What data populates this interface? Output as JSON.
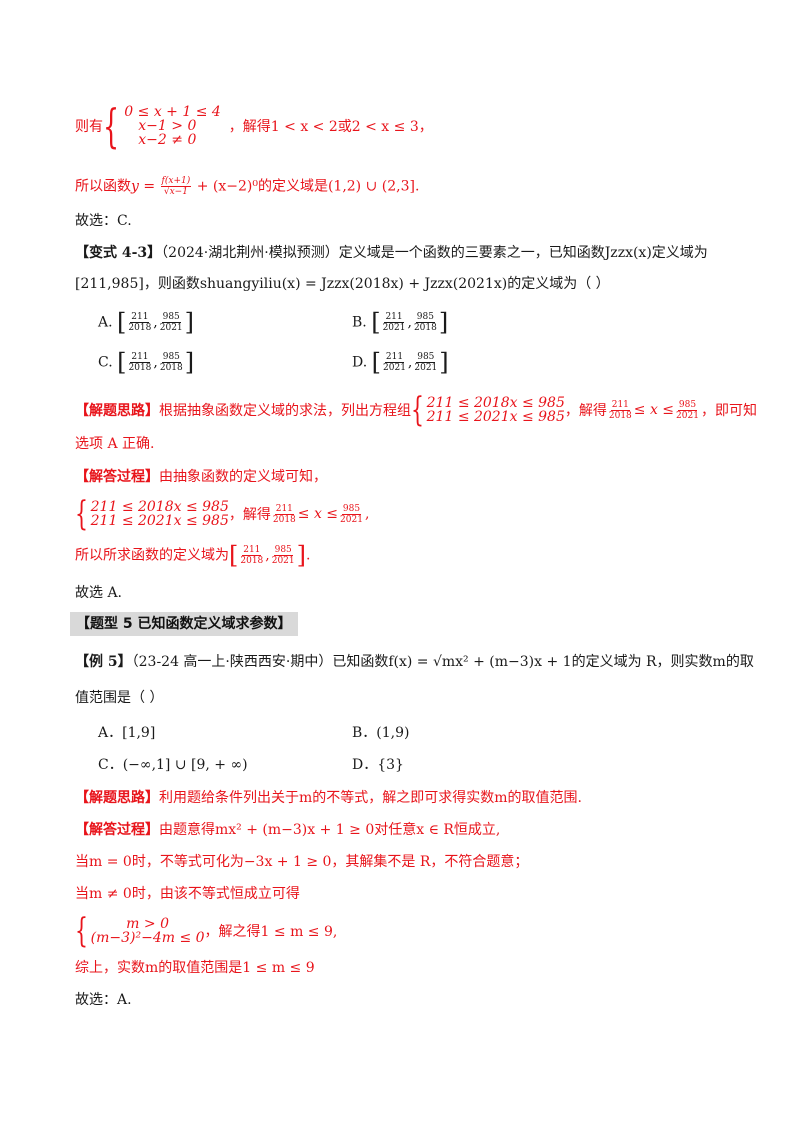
{
  "block1": {
    "prefix": "则有",
    "rows": [
      "0 ≤ x + 1 ≤ 4",
      "x−1 > 0",
      "x−2 ≠ 0"
    ],
    "suffix": "，解得1 < x < 2或2 < x ≤ 3，"
  },
  "line_func": {
    "prefix": "所以函数",
    "y": "y =",
    "frac_num": "f(x+1)",
    "frac_den": "√x−1",
    "rest": "+ (x−2)⁰的定义域是(1,2) ∪ (2,3]."
  },
  "choose_c": "故选：C.",
  "variant": {
    "tag": "【变式 4-3】",
    "line1": "（2024·湖北荆州·模拟预测）定义域是一个函数的三要素之一，已知函数Jzzx(x)定义域为",
    "line2": "[211,985]，则函数shuangyiliu(x)  = Jzzx(2018x) + Jzzx(2021x)的定义域为（    ）"
  },
  "options_v": {
    "a_label": "A.",
    "a_n1": "211",
    "a_d1": "2018",
    "a_n2": "985",
    "a_d2": "2021",
    "b_label": "B.",
    "b_n1": "211",
    "b_d1": "2021",
    "b_n2": "985",
    "b_d2": "2018",
    "c_label": "C.",
    "c_n1": "211",
    "c_d1": "2018",
    "c_n2": "985",
    "c_d2": "2018",
    "d_label": "D.",
    "d_n1": "211",
    "d_d1": "2021",
    "d_n2": "985",
    "d_d2": "2021"
  },
  "thought1": {
    "label": "【解题思路】",
    "text": "根据抽象函数定义域的求法，列出方程组",
    "rows": [
      "211 ≤ 2018x ≤ 985",
      "211 ≤ 2021x ≤ 985"
    ],
    "mid": "，解得",
    "n1": "211",
    "d1": "2018",
    "ineq": "≤ x ≤",
    "n2": "985",
    "d2": "2021",
    "end": "，即可知",
    "line2": "选项 A 正确."
  },
  "process1": {
    "label": "【解答过程】",
    "text": "由抽象函数的定义域可知，",
    "rows": [
      "211 ≤ 2018x ≤ 985",
      "211 ≤ 2021x ≤ 985"
    ],
    "mid": "，解得",
    "n1": "211",
    "d1": "2018",
    "ineq": "≤ x ≤",
    "n2": "985",
    "d2": "2021",
    "end": ",",
    "result_prefix": "所以所求函数的定义域为",
    "rn1": "211",
    "rd1": "2018",
    "rn2": "985",
    "rd2": "2021",
    "result_end": "."
  },
  "choose_a1": "故选 A.",
  "section": "【题型 5    已知函数定义域求参数】",
  "example5": {
    "tag": "【例 5】",
    "line1": "（23-24 高一上·陕西西安·期中）已知函数f(x) = √mx² + (m−3)x + 1的定义域为 R，则实数m的取",
    "line2": "值范围是（      ）"
  },
  "options_e": {
    "a": "A．[1,9]",
    "b": "B．(1,9)",
    "c": "C．(−∞,1] ∪ [9, + ∞)",
    "d": "D．{3}"
  },
  "thought2": {
    "label": "【解题思路】",
    "text": "利用题给条件列出关于m的不等式，解之即可求得实数m的取值范围."
  },
  "process2": {
    "label": "【解答过程】",
    "text": "由题意得mx² + (m−3)x + 1 ≥ 0对任意x ∈ R恒成立,",
    "case1": "当m = 0时，不等式可化为−3x + 1 ≥ 0，其解集不是 R，不符合题意；",
    "case2": "当m ≠ 0时，由该不等式恒成立可得",
    "rows": [
      "m > 0",
      "(m−3)²−4m ≤ 0"
    ],
    "solve": "，解之得1 ≤ m ≤ 9,",
    "summary": "综上，实数m的取值范围是1 ≤ m ≤ 9",
    "choose": "故选：A."
  }
}
